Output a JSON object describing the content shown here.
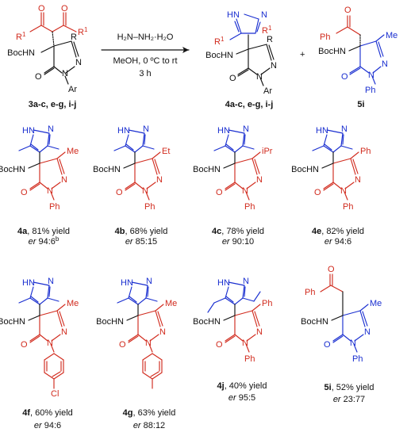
{
  "reaction": {
    "reagent": "H₂N–NH₂·H₂O",
    "conditions_line1": "MeOH, 0 ºC to rt",
    "conditions_line2": "3 h",
    "plus": "+",
    "reactant_label": "3a-c, e-g, i-j",
    "product_label": "4a-c, e-g, i-j",
    "side_product_label": "5i"
  },
  "atoms": {
    "boc_hn": "BocHN",
    "hn": "HN",
    "hn2": "H",
    "n": "N",
    "o": "O",
    "r": "R",
    "r1": "R",
    "sup1": "1",
    "ar": "Ar",
    "me": "Me",
    "et": "Et",
    "ipr": "iPr",
    "ph": "Ph",
    "cl": "Cl"
  },
  "compounds": [
    {
      "id": "4a",
      "yield": ", 81% yield",
      "er_label": "er",
      "er": " 94:6",
      "note": "b"
    },
    {
      "id": "4b",
      "yield": ", 68% yield",
      "er_label": "er",
      "er": " 85:15",
      "note": ""
    },
    {
      "id": "4c",
      "yield": ", 78% yield",
      "er_label": "er",
      "er": " 90:10",
      "note": ""
    },
    {
      "id": "4e",
      "yield": ", 82% yield",
      "er_label": "er",
      "er": " 94:6",
      "note": ""
    },
    {
      "id": "4f",
      "yield": ", 60% yield",
      "er_label": "er",
      "er": " 94:6",
      "note": ""
    },
    {
      "id": "4g",
      "yield": ", 63% yield",
      "er_label": "er",
      "er": " 88:12",
      "note": ""
    },
    {
      "id": "4j",
      "yield": ", 40% yield",
      "er_label": "er",
      "er": " 95:5",
      "note": ""
    },
    {
      "id": "5i",
      "yield": ", 52% yield",
      "er_label": "er",
      "er": " 23:77",
      "note": ""
    }
  ],
  "colors": {
    "pyrazole": "#1a2fd0",
    "pyrazolone": "#d12b1e",
    "black": "#111111"
  }
}
